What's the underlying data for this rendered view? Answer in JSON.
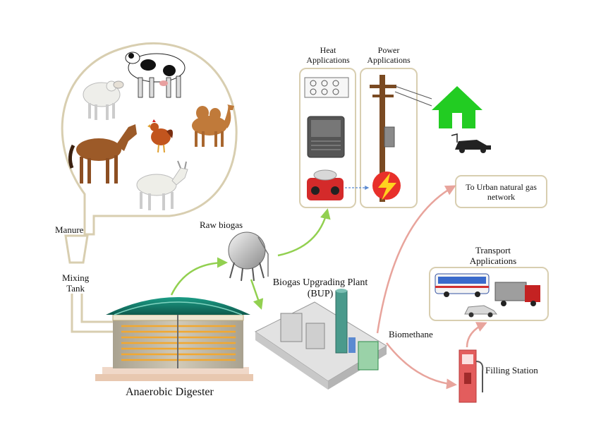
{
  "labels": {
    "manure": "Manure",
    "mixing_tank": "Mixing\nTank",
    "raw_biogas": "Raw biogas",
    "anaerobic_digester": "Anaerobic Digester",
    "bup": "Biogas Upgrading Plant\n(BUP)",
    "biomethane": "Biomethane",
    "filling_station": "Filling Station",
    "transport": "Transport\nApplications",
    "urban_gas": "To Urban natural gas\nnetwork",
    "heat": "Heat\nApplications",
    "power": "Power\nApplications"
  },
  "colors": {
    "frame": "#d8ceb0",
    "green_arrow": "#92d050",
    "pink_arrow": "#e8a49c",
    "house": "#22cc22",
    "digester_roof": "#1e7a6a",
    "digester_body": "#c8b890",
    "station": "#e35d5d"
  },
  "icons": [
    "cow-icon",
    "sheep-icon",
    "camel-icon",
    "horse-icon",
    "chicken-icon",
    "goat-icon",
    "gas-sphere-icon",
    "gas-stove-icon",
    "heater-icon",
    "generator-icon",
    "power-pole-icon",
    "lightning-icon",
    "house-icon",
    "car-icon",
    "bus-icon",
    "truck-icon",
    "fuel-pump-icon",
    "digester-icon",
    "upgrading-plant-icon"
  ]
}
